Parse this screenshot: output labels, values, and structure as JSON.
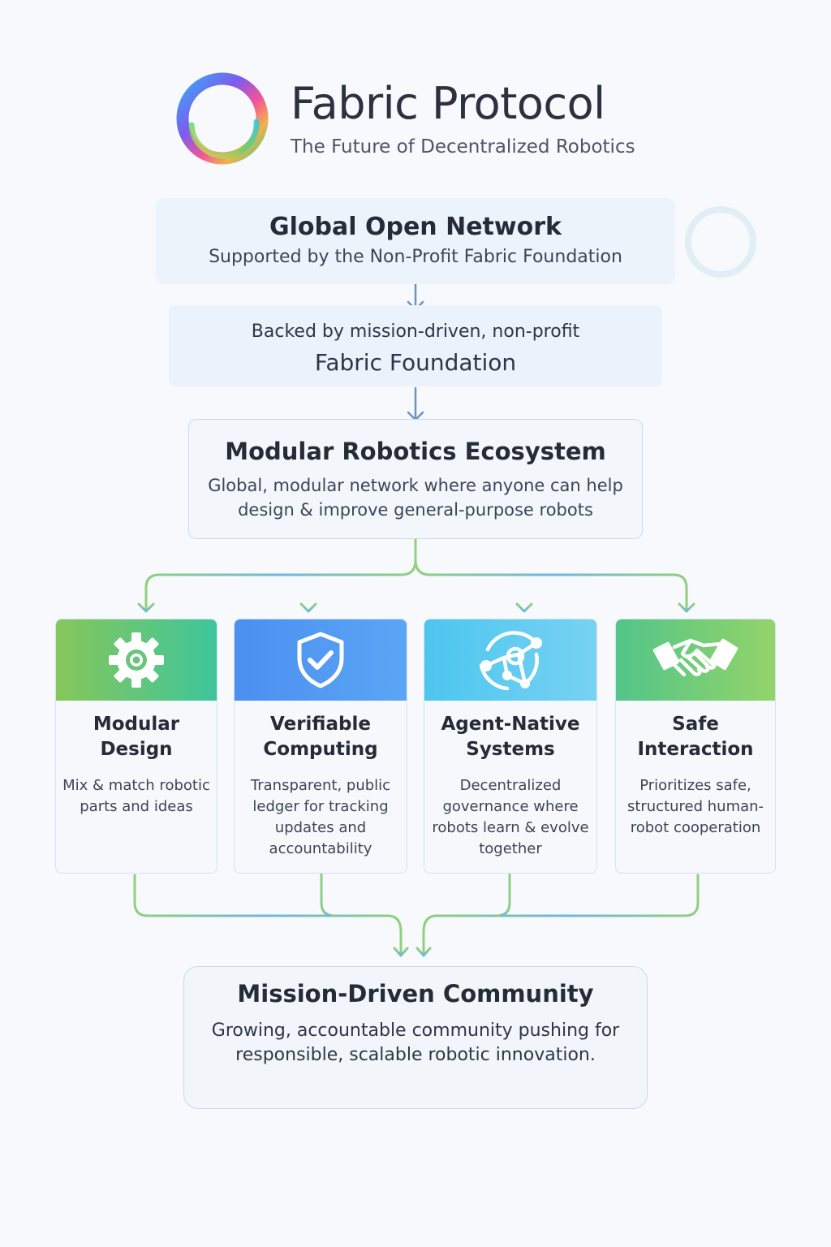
{
  "header": {
    "title": "Fabric Protocol",
    "subtitle": "The Future of Decentralized Robotics"
  },
  "global_network": {
    "title": "Global Open Network",
    "subtitle": "Supported by the Non-Profit Fabric Foundation"
  },
  "backing": {
    "line1": "Backed by mission-driven, non-profit",
    "line2": "Fabric Foundation"
  },
  "ecosystem": {
    "title": "Modular Robotics Ecosystem",
    "description": "Global, modular network where anyone can help design & improve general-purpose robots"
  },
  "pillars": [
    {
      "title": "Modular Design",
      "description": "Mix & match robotic parts and ideas",
      "icon": "gear-icon"
    },
    {
      "title": "Verifiable Computing",
      "description": "Transparent, public ledger for tracking updates and accountability",
      "icon": "shield-check-icon"
    },
    {
      "title": "Agent-Native Systems",
      "description": "Decentralized governance where robots learn & evolve together",
      "icon": "network-globe-icon"
    },
    {
      "title": "Safe Interaction",
      "description": "Prioritizes safe, structured human-robot cooperation",
      "icon": "handshake-icon"
    }
  ],
  "community": {
    "title": "Mission-Driven Community",
    "description": "Growing, accountable community pushing for responsible, scalable robotic innovation."
  },
  "colors": {
    "accent_green": "#86c75a",
    "accent_blue": "#4b8ff0",
    "accent_sky": "#4cc6ef",
    "connector": "#6aa9d6"
  }
}
